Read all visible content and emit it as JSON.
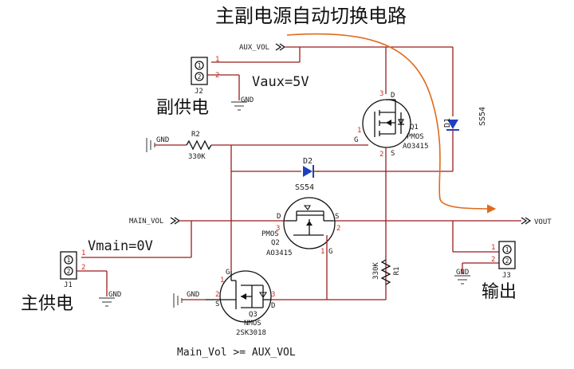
{
  "title": "主副电源自动切换电路",
  "nets": {
    "aux": "AUX_VOL",
    "main": "MAIN_VOL",
    "out": "VOUT",
    "gnd": "GND"
  },
  "labels": {
    "aux_supply": "副供电",
    "main_supply": "主供电",
    "output": "输出"
  },
  "annotations": {
    "vaux": "Vaux=5V",
    "vmain": "Vmain=0V",
    "condition": "Main_Vol >= AUX_VOL"
  },
  "connectors": [
    {
      "ref": "J2",
      "pins": [
        "1",
        "2"
      ]
    },
    {
      "ref": "J1",
      "pins": [
        "1",
        "2"
      ]
    },
    {
      "ref": "J3",
      "pins": [
        "1",
        "2"
      ]
    }
  ],
  "resistors": [
    {
      "ref": "R2",
      "value": "330K"
    },
    {
      "ref": "R1",
      "value": "330K"
    }
  ],
  "diodes": [
    {
      "ref": "D1",
      "value": "SS54"
    },
    {
      "ref": "D2",
      "value": "SS54"
    }
  ],
  "transistors": [
    {
      "ref": "Q1",
      "type": "PMOS",
      "part": "AO3415",
      "pins": {
        "g": "G",
        "d": "D",
        "s": "S",
        "g_num": "1",
        "d_num": "3",
        "s_num": "2"
      }
    },
    {
      "ref": "Q2",
      "type": "PMOS",
      "part": "AO3415",
      "pins": {
        "g": "G",
        "d": "D",
        "s": "S",
        "g_num": "1",
        "d_num": "3",
        "s_num": "2"
      }
    },
    {
      "ref": "Q3",
      "type": "NMOS",
      "part": "2SK3018",
      "pins": {
        "g": "G",
        "d": "D",
        "s": "S",
        "g_num": "1",
        "d_num": "3",
        "s_num": "2"
      }
    }
  ],
  "colors": {
    "wire": "#9b1c1c",
    "diode": "#1f3fbf",
    "arrow": "#e06a1a",
    "pin": "#cc2b2b"
  }
}
